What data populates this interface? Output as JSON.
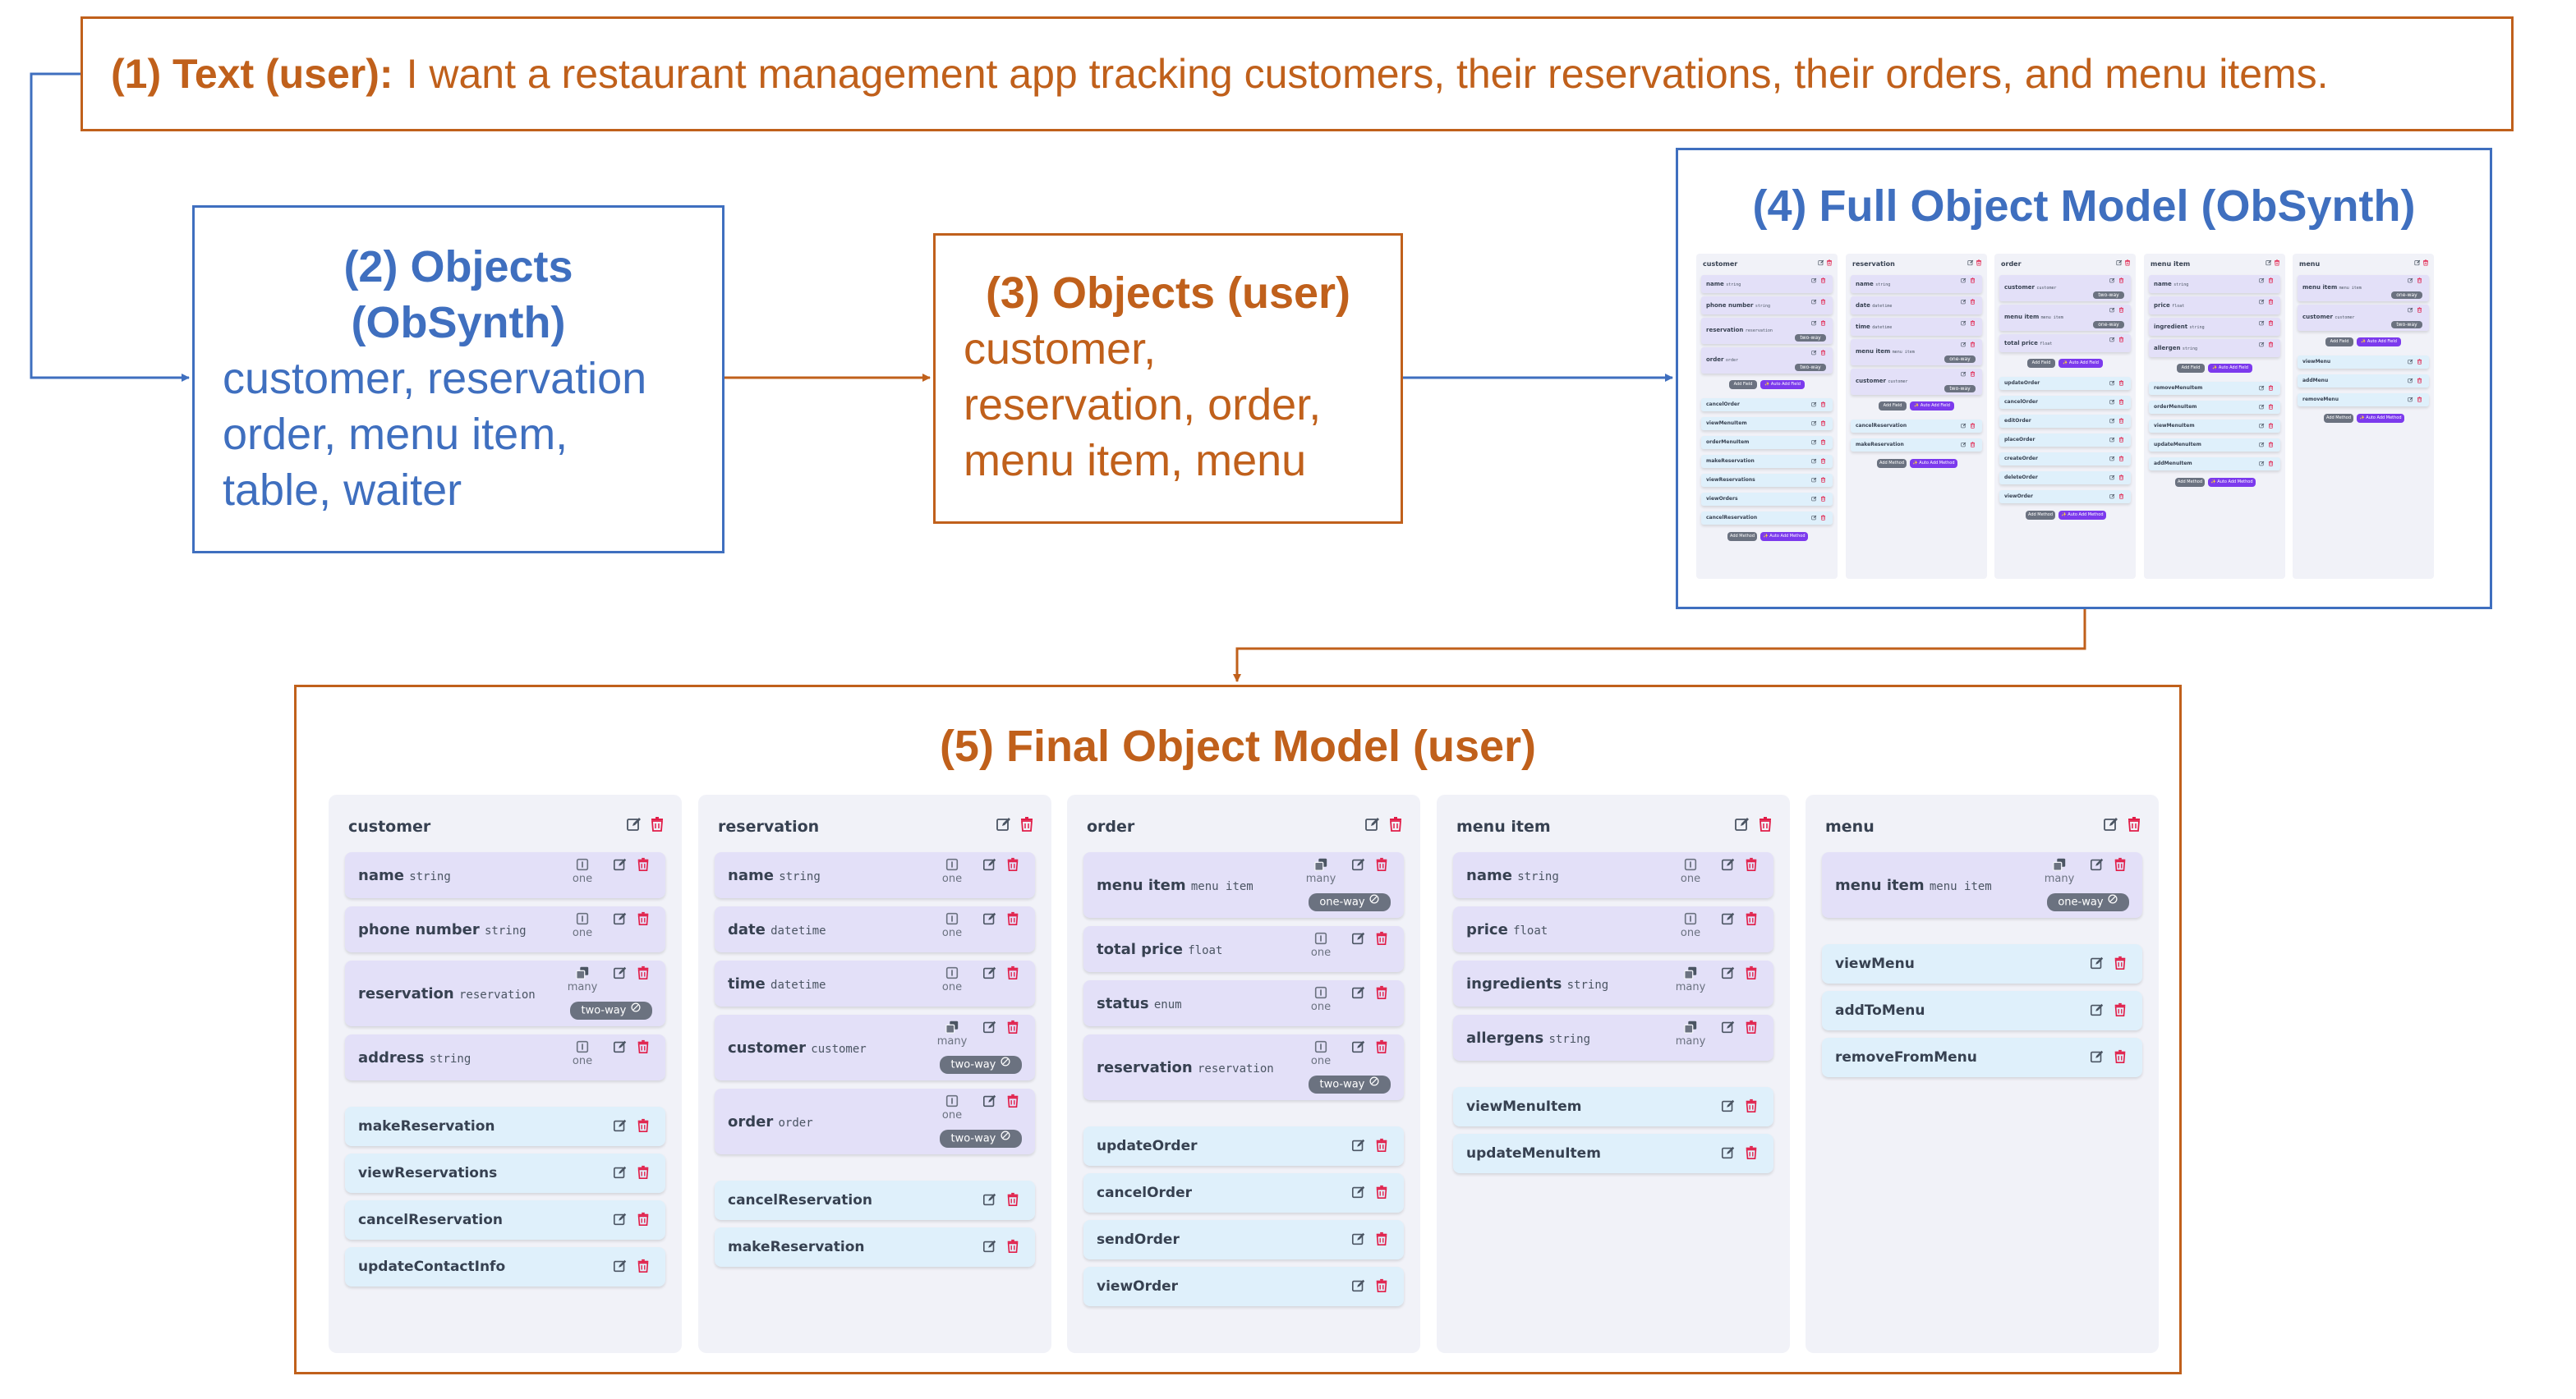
{
  "step1": {
    "label": "(1) Text (user):",
    "text": "I want a restaurant management app tracking customers, their reservations, their orders, and menu items."
  },
  "step2": {
    "title_line1": "(2) Objects",
    "title_line2": "(ObSynth)",
    "lines": [
      "customer, reservation",
      "order, menu item,",
      "table, waiter"
    ]
  },
  "step3": {
    "title": "(3) Objects (user)",
    "lines": [
      "customer,",
      "reservation, order,",
      "menu item, menu"
    ]
  },
  "step4": {
    "title": "(4) Full Object Model (ObSynth)",
    "panels": [
      {
        "title": "customer",
        "fields": [
          {
            "name": "name",
            "type": "string"
          },
          {
            "name": "phone number",
            "type": "string"
          },
          {
            "name": "reservation",
            "type": "reservation",
            "badge": "two-way"
          },
          {
            "name": "order",
            "type": "order",
            "badge": "two-way"
          }
        ],
        "methods": [
          "cancelOrder",
          "viewMenuItem",
          "orderMenuItem",
          "makeReservation",
          "viewReservations",
          "viewOrders",
          "cancelReservation"
        ]
      },
      {
        "title": "reservation",
        "fields": [
          {
            "name": "name",
            "type": "string"
          },
          {
            "name": "date",
            "type": "datetime"
          },
          {
            "name": "time",
            "type": "datetime"
          },
          {
            "name": "menu item",
            "type": "menu item",
            "badge": "one-way"
          },
          {
            "name": "customer",
            "type": "customer",
            "badge": "two-way"
          }
        ],
        "methods": [
          "cancelReservation",
          "makeReservation"
        ]
      },
      {
        "title": "order",
        "fields": [
          {
            "name": "customer",
            "type": "customer",
            "badge": "two-way"
          },
          {
            "name": "menu item",
            "type": "menu item",
            "badge": "one-way"
          },
          {
            "name": "total price",
            "type": "float"
          }
        ],
        "methods": [
          "updateOrder",
          "cancelOrder",
          "editOrder",
          "placeOrder",
          "createOrder",
          "deleteOrder",
          "viewOrder"
        ]
      },
      {
        "title": "menu item",
        "fields": [
          {
            "name": "name",
            "type": "string"
          },
          {
            "name": "price",
            "type": "float"
          },
          {
            "name": "ingredient",
            "type": "string"
          },
          {
            "name": "allergen",
            "type": "string"
          }
        ],
        "methods": [
          "removeMenuItem",
          "orderMenuItem",
          "viewMenuItem",
          "updateMenuItem",
          "addMenuItem"
        ]
      },
      {
        "title": "menu",
        "fields": [
          {
            "name": "menu item",
            "type": "menu item",
            "badge": "one-way"
          },
          {
            "name": "customer",
            "type": "customer",
            "badge": "two-way"
          }
        ],
        "methods": [
          "viewMenu",
          "addMenu",
          "removeMenu"
        ]
      }
    ],
    "add_field": "Add Field",
    "auto_add_field": "✨ Auto Add Field",
    "add_method": "Add Method",
    "auto_add_method": "✨ Auto Add Method"
  },
  "step5": {
    "title": "(5) Final Object Model (user)",
    "panels": [
      {
        "title": "customer",
        "fields": [
          {
            "name": "name",
            "type": "string",
            "card": "one"
          },
          {
            "name": "phone number",
            "type": "string",
            "card": "one"
          },
          {
            "name": "reservation",
            "type": "reservation",
            "card": "many",
            "badge": "two-way"
          },
          {
            "name": "address",
            "type": "string",
            "card": "one"
          }
        ],
        "methods": [
          "makeReservation",
          "viewReservations",
          "cancelReservation",
          "updateContactInfo"
        ]
      },
      {
        "title": "reservation",
        "fields": [
          {
            "name": "name",
            "type": "string",
            "card": "one"
          },
          {
            "name": "date",
            "type": "datetime",
            "card": "one"
          },
          {
            "name": "time",
            "type": "datetime",
            "card": "one"
          },
          {
            "name": "customer",
            "type": "customer",
            "card": "many",
            "badge": "two-way"
          },
          {
            "name": "order",
            "type": "order",
            "card": "one",
            "badge": "two-way"
          }
        ],
        "methods": [
          "cancelReservation",
          "makeReservation"
        ]
      },
      {
        "title": "order",
        "fields": [
          {
            "name": "menu item",
            "type": "menu item",
            "card": "many",
            "badge": "one-way"
          },
          {
            "name": "total price",
            "type": "float",
            "card": "one"
          },
          {
            "name": "status",
            "type": "enum",
            "card": "one"
          },
          {
            "name": "reservation",
            "type": "reservation",
            "card": "one",
            "badge": "two-way"
          }
        ],
        "methods": [
          "updateOrder",
          "cancelOrder",
          "sendOrder",
          "viewOrder"
        ]
      },
      {
        "title": "menu item",
        "fields": [
          {
            "name": "name",
            "type": "string",
            "card": "one"
          },
          {
            "name": "price",
            "type": "float",
            "card": "one"
          },
          {
            "name": "ingredients",
            "type": "string",
            "card": "many"
          },
          {
            "name": "allergens",
            "type": "string",
            "card": "many"
          }
        ],
        "methods": [
          "viewMenuItem",
          "updateMenuItem"
        ]
      },
      {
        "title": "menu",
        "fields": [
          {
            "name": "menu item",
            "type": "menu item",
            "card": "many",
            "badge": "one-way"
          }
        ],
        "methods": [
          "viewMenu",
          "addToMenu",
          "removeFromMenu"
        ]
      }
    ]
  },
  "colors": {
    "orange": "#c0601b",
    "blue": "#3f6fbf",
    "field_card": "#e3e0f8",
    "method_card": "#dff0fb",
    "panel": "#f1f2f8",
    "edit_icon": "#4b5563",
    "delete_icon": "#e11d48"
  },
  "icons": {
    "edit": "edit-icon",
    "delete": "trash-icon",
    "one": "single-box-icon",
    "many": "stacked-boxes-icon",
    "badge": "link-circle-icon"
  }
}
